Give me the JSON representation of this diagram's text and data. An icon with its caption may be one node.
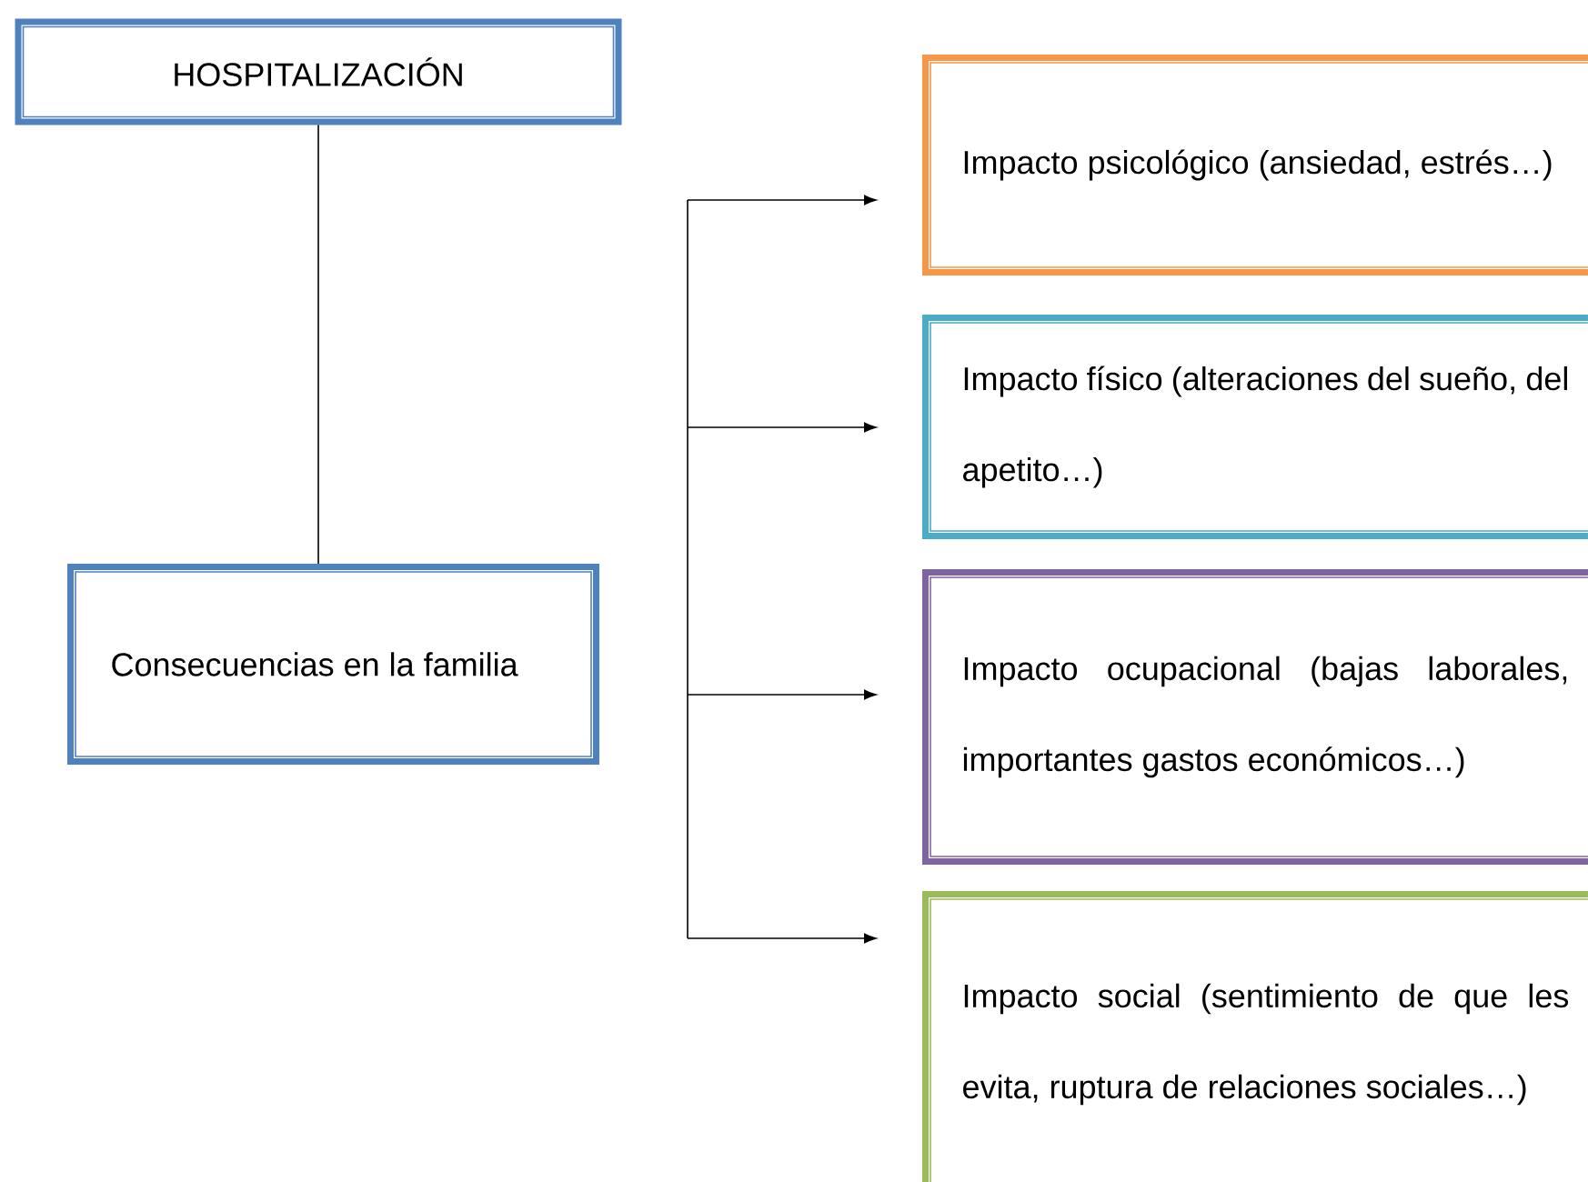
{
  "diagram": {
    "nodes": [
      {
        "text": [
          "HOSPITALIZACIÓN"
        ]
      },
      {
        "text": [
          "Consecuencias en la familia"
        ]
      },
      {
        "text": [
          "Impacto psicológico (ansiedad, estrés…)"
        ]
      },
      {
        "text": [
          "Impacto físico (alteraciones del sueño, del apetito…)"
        ]
      },
      {
        "text": [
          "Impacto ocupacional (bajas laborales, importantes gastos económicos…)"
        ]
      },
      {
        "text": [
          "Impacto social (sentimiento de que les evita, ruptura de relaciones sociales…)"
        ]
      }
    ],
    "edges": [
      {
        "from": 0,
        "to": 1,
        "arrow": "none"
      },
      {
        "from": null,
        "to": 2,
        "arrow": "to"
      },
      {
        "from": null,
        "to": 3,
        "arrow": "to"
      },
      {
        "from": null,
        "to": 4,
        "arrow": "to"
      },
      {
        "from": null,
        "to": 5,
        "arrow": "to"
      }
    ]
  }
}
